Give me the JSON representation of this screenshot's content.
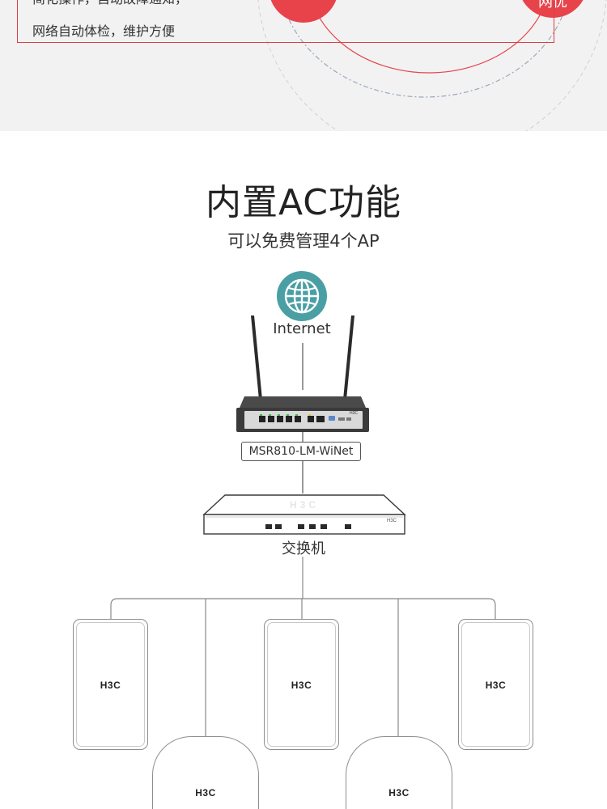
{
  "feature_box": {
    "line1": "简化操作，自动故障通知，",
    "line2": "网络自动体检，维护方便"
  },
  "badges": {
    "right_label": "网优"
  },
  "section": {
    "title": "内置AC功能",
    "subtitle": "可以免费管理4个AP"
  },
  "diagram": {
    "internet_label": "Internet",
    "router_label": "MSR810-LM-WiNet",
    "switch_label": "交换机",
    "switch_brand": "H3C",
    "ap_brand": "H3C",
    "access_points": [
      {
        "brand": "H3C"
      },
      {
        "brand": "H3C"
      },
      {
        "brand": "H3C"
      },
      {
        "brand": "H3C"
      },
      {
        "brand": "H3C"
      }
    ]
  },
  "colors": {
    "accent_red": "#e8434b",
    "globe_teal": "#4a9fa4",
    "router_body": "#3b3b3b",
    "line_gray": "#888888"
  },
  "icons": {
    "globe": "globe-icon",
    "router": "router-icon",
    "switch": "switch-icon"
  }
}
